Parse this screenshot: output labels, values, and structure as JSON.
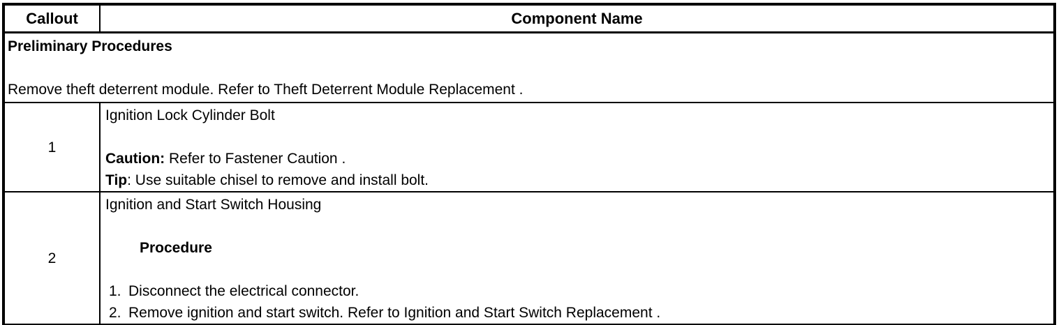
{
  "table": {
    "header": {
      "callout_label": "Callout",
      "component_label": "Component Name"
    },
    "preliminary": {
      "title": "Preliminary Procedures",
      "instruction": "Remove theft deterrent module. Refer to Theft Deterrent Module Replacement ."
    },
    "rows": [
      {
        "callout": "1",
        "component_name": "Ignition Lock Cylinder Bolt",
        "caution_label": "Caution:",
        "caution_text": " Refer to Fastener Caution .",
        "tip_label": "Tip",
        "tip_text": ": Use suitable chisel to remove and install bolt."
      },
      {
        "callout": "2",
        "component_name": "Ignition and Start Switch Housing",
        "procedure_heading": "Procedure",
        "steps": [
          {
            "num": "1.",
            "text": "Disconnect the electrical connector."
          },
          {
            "num": "2.",
            "text": "Remove ignition and start switch. Refer to Ignition and Start Switch Replacement ."
          }
        ]
      }
    ],
    "colors": {
      "border": "#000000",
      "text": "#000000",
      "background": "#ffffff"
    }
  }
}
